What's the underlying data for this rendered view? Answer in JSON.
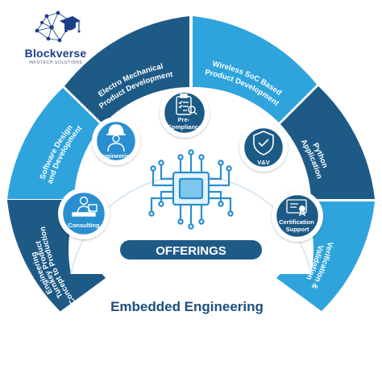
{
  "logo": {
    "name": "Blockverse",
    "tagline": "INFOTECH SOLUTIONS"
  },
  "center": {
    "offerings_label": "OFFERINGS",
    "title": "Embedded Engineering"
  },
  "segments": [
    {
      "line1": "Concept to Production",
      "line2": "Turnkey Product",
      "line3": "Engineering"
    },
    {
      "line1": "Software Design",
      "line2": "and Development"
    },
    {
      "line1": "Electro Mechanical",
      "line2": "Product Development"
    },
    {
      "line1": "Wireless SoC Based",
      "line2": "Product Development"
    },
    {
      "line1": "Python",
      "line2": "Application"
    },
    {
      "line1": "Verification &",
      "line2": "Validation"
    }
  ],
  "badges": [
    {
      "label": "Consulting",
      "icon": "consultant-desk-icon"
    },
    {
      "label": "Engineering",
      "icon": "engineer-hardhat-icon"
    },
    {
      "line1": "Pre-",
      "line2": "Compliance",
      "icon": "checklist-clipboard-icon"
    },
    {
      "label": "V&V",
      "icon": "shield-check-icon"
    },
    {
      "line1": "Certification",
      "line2": "Support",
      "icon": "certificate-icon"
    }
  ],
  "colors": {
    "dark_segment": "#1e5a86",
    "light_segment": "#2fa4dc",
    "badge_ring": "#2b8fd0",
    "offerings_fill": "#1e5a86",
    "title_text": "#1e4e7e",
    "logo_text": "#1c3f8a"
  }
}
